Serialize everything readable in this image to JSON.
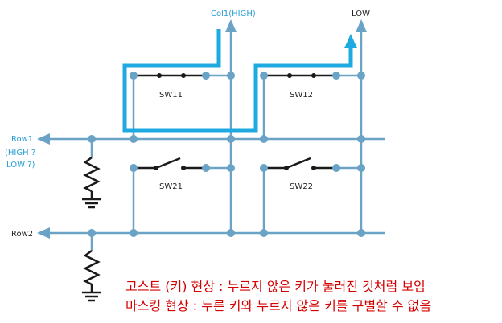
{
  "colors": {
    "wire": "#6aa3c6",
    "highlight": "#1fa9e1",
    "switch": "#1a1a1a",
    "resistor": "#1a1a1a",
    "label_blue": "#2a9fd6",
    "label_dark": "#222222",
    "note_red": "#d40000"
  },
  "labels": {
    "col1": "Col1(HIGH)",
    "col2": "LOW",
    "row1": "Row1",
    "row1_state_line1": "(HIGH ?",
    "row1_state_line2": "LOW ?)",
    "row2": "Row2"
  },
  "switches": {
    "sw11": "SW11",
    "sw12": "SW12",
    "sw21": "SW21",
    "sw22": "SW22"
  },
  "notes": {
    "line1": "고스트 (키) 현상 : 누르지 않은 키가 눌러진 것처럼 보임",
    "line2": "마스킹 현상 : 누른 키와 누르지 않은 키를 구별할 수 없음"
  }
}
